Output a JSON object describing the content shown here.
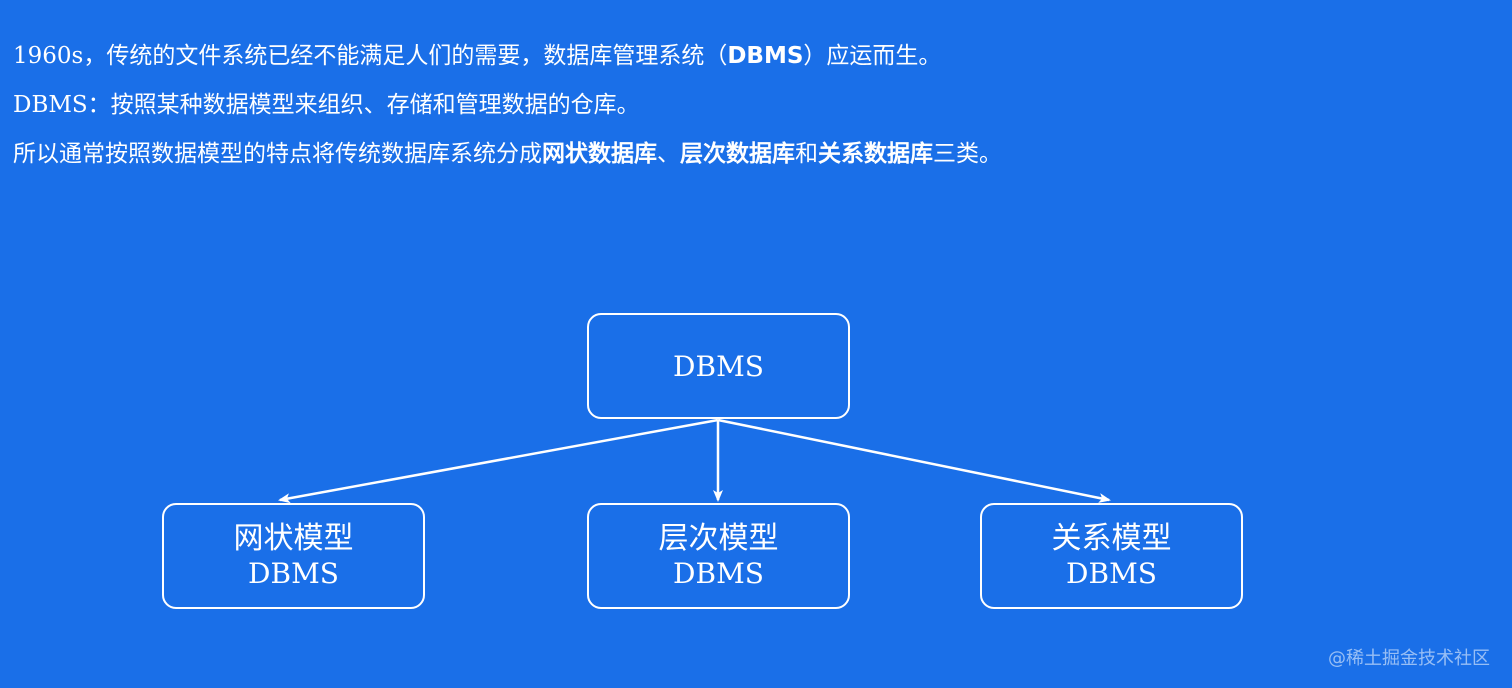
{
  "intro": {
    "line1": {
      "part1": "1960s，传统的文件系统已经不能满足人们的需要，数据库管理系统（",
      "bold": "DBMS",
      "part2": "）应运而生。"
    },
    "line2": "DBMS：按照某种数据模型来组织、存储和管理数据的仓库。",
    "line3": {
      "part1": "所以通常按照数据模型的特点将传统数据库系统分成",
      "bold1": "网状数据库",
      "sep1": "、",
      "bold2": "层次数据库",
      "sep2": "和",
      "bold3": "关系数据库",
      "part2": "三类。"
    }
  },
  "diagram": {
    "root": "DBMS",
    "children": [
      {
        "title": "网状模型",
        "subtitle": "DBMS"
      },
      {
        "title": "层次模型",
        "subtitle": "DBMS"
      },
      {
        "title": "关系模型",
        "subtitle": "DBMS"
      }
    ]
  },
  "watermark": "@稀土掘金技术社区",
  "colors": {
    "background": "#1a6fe8",
    "foreground": "#ffffff"
  }
}
